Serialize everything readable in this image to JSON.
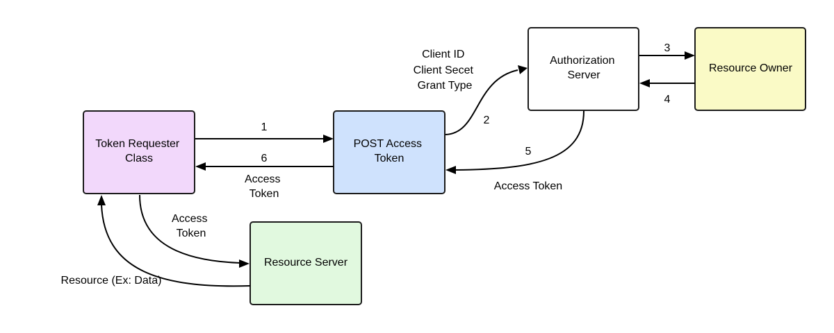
{
  "nodes": {
    "token_requester": {
      "lines": [
        "Token Requester",
        "Class"
      ],
      "color": "#f2d8fb"
    },
    "post_access_token": {
      "lines": [
        "POST Access",
        "Token"
      ],
      "color": "#cfe2fd"
    },
    "authorization_server": {
      "lines": [
        "Authorization",
        "Server"
      ],
      "color": "#ffffff"
    },
    "resource_owner": {
      "lines": [
        "Resource Owner"
      ],
      "color": "#fafac6"
    },
    "resource_server": {
      "lines": [
        "Resource Server"
      ],
      "color": "#e1f9df"
    }
  },
  "edges": {
    "e1": {
      "step": "1",
      "from": "Token Requester Class",
      "to": "POST Access Token"
    },
    "e6": {
      "step": "6",
      "from": "POST Access Token",
      "to": "Token Requester Class",
      "label_lines": [
        "Access",
        "Token"
      ]
    },
    "e2": {
      "step": "2",
      "from": "POST Access Token",
      "to": "Authorization Server",
      "label_lines": [
        "Client ID",
        "Client Secet",
        "Grant Type"
      ]
    },
    "e3": {
      "step": "3",
      "from": "Authorization Server",
      "to": "Resource Owner"
    },
    "e4": {
      "step": "4",
      "from": "Resource Owner",
      "to": "Authorization Server"
    },
    "e5": {
      "step": "5",
      "from": "Authorization Server",
      "to": "POST Access Token",
      "label": "Access Token"
    },
    "e_token_to_resource": {
      "from": "Token Requester Class",
      "to": "Resource Server",
      "label_lines": [
        "Access",
        "Token"
      ]
    },
    "e_resource_back": {
      "from": "Resource Server",
      "to": "Token Requester Class",
      "label": "Resource (Ex: Data)"
    }
  }
}
